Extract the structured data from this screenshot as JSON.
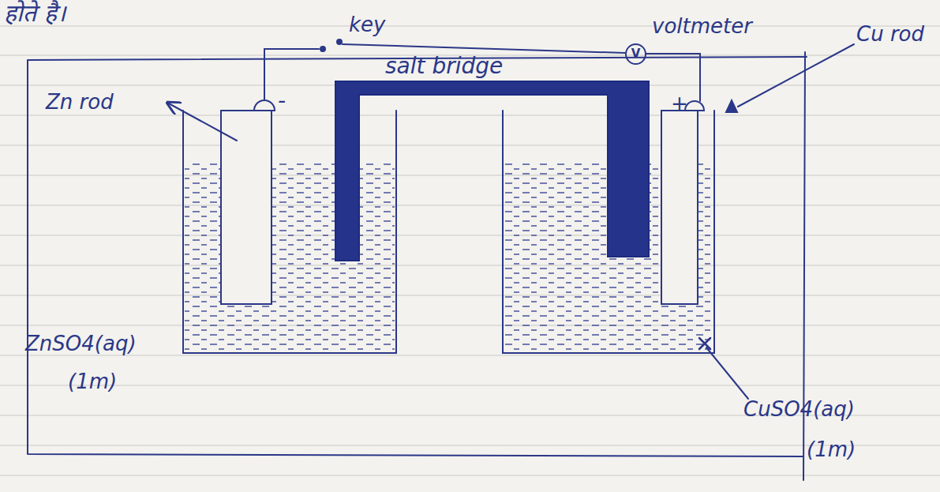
{
  "diagram": {
    "nodes": [
      {
        "text": [
          "V"
        ]
      }
    ],
    "labels": [
      "होते है।",
      "key",
      "salt bridge",
      "voltmeter",
      "Zn rod",
      "-",
      "+",
      "Cu rod",
      "ZnSO4(aq)",
      "(1m)",
      "CuSO4(aq)",
      "(1m)"
    ]
  }
}
